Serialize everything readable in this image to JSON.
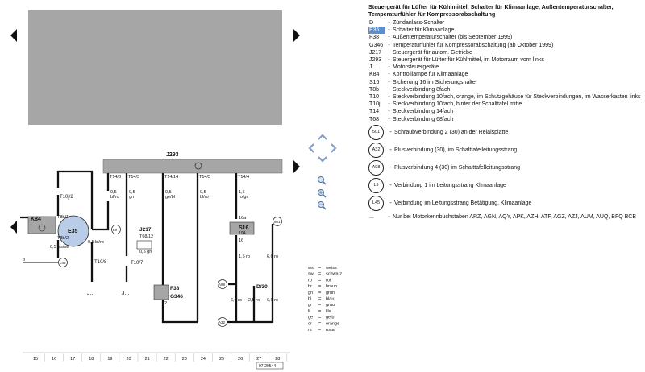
{
  "legend": {
    "title": "Steuergerät für Lüfter für Kühlmittel, Schalter für Klimaanlage, Außentemperaturschalter, Temperaturfühler für Kompressorabschaltung",
    "items": [
      {
        "code": "D",
        "text": "Zündanlass-Schalter"
      },
      {
        "code": "E35",
        "text": "Schalter für Klimaanlage",
        "selected": true
      },
      {
        "code": "F38",
        "text": "Außentemperaturschalter (bis September 1999)"
      },
      {
        "code": "G346",
        "text": "Temperaturfühler für Kompressorabschaltung (ab Oktober 1999)"
      },
      {
        "code": "J217",
        "text": "Steuergerät für autom. Getriebe"
      },
      {
        "code": "J293",
        "text": "Steuergerät für Lüfter für Kühlmittel, im Motorraum vorn links"
      },
      {
        "code": "J...",
        "text": "Motorsteuergeräte"
      },
      {
        "code": "K84",
        "text": "Kontrolllampe für Klimaanlage"
      },
      {
        "code": "S16",
        "text": "Sicherung 16 im Sicherungshalter"
      },
      {
        "code": "T8b",
        "text": "Steckverbindung 8fach"
      },
      {
        "code": "T10",
        "text": "Steckverbindung 10fach, orange, im Schutzgehäuse für Steckverbindungen, im Wasserkasten links"
      },
      {
        "code": "T10j",
        "text": "Steckverbindung 10fach, hinter der Schalttafel mitte"
      },
      {
        "code": "T14",
        "text": "Steckverbindung 14fach"
      },
      {
        "code": "T68",
        "text": "Steckverbindung 68fach"
      }
    ],
    "circle_items": [
      {
        "code": "501",
        "text": "Schraubverbindung 2 (30) an der Relaisplatte"
      },
      {
        "code": "A32",
        "text": "Plusverbindung (30), im Schalttafelleitungsstrang"
      },
      {
        "code": "A98",
        "text": "Plusverbindung 4 (30) im Schalttafelleitungsstrang"
      },
      {
        "code": "L9",
        "text": "Verbindung 1 im Leitungsstrang Klimaanlage"
      },
      {
        "code": "L45",
        "text": "Verbindung im Leitungsstrang Betätigung, Klimaanlage"
      }
    ],
    "footnote": {
      "code": "...",
      "text": "Nur bei Motorkennbuchstaben ARZ, AGN, AQY, APK, AZH, ATF, AGZ, AZJ, AUM, AUQ, BFQ BCB"
    }
  },
  "diagram": {
    "j293": {
      "label": "J293"
    },
    "pins": [
      {
        "p": "T14/8",
        "c": "0,5",
        "w": "bl/ro"
      },
      {
        "p": "T14/3",
        "c": "0,5",
        "w": "gn"
      },
      {
        "p": "T14/14",
        "c": "0,5",
        "w": "ge/bl"
      },
      {
        "p": "T14/5",
        "c": "0,5",
        "w": "bl/ro"
      },
      {
        "p": "T14/4",
        "c": "1,5",
        "w": "ro/gr"
      }
    ],
    "labels": {
      "t10j2": "T10j/2",
      "t8b1": "T8b/1",
      "t8b2": "T8b/2",
      "k84": "K84",
      "e35": "E35",
      "k84_wire": "0,5 ws/sw",
      "b": "b",
      "l45": "L45",
      "t10_8": "T10/8",
      "left_wire": "0,5 bl/ro",
      "l9": "L9",
      "j_left": "J...",
      "j217": "J217",
      "t68_12": "T68/12",
      "small_wire": "0,5 gn",
      "t10_7": "T10/7",
      "j_mid": "J...",
      "f38": "F38",
      "g346": "G346",
      "g346_pin": "2",
      "s16a": "16a",
      "s16": "S16",
      "s16amp": "10A",
      "pin16": "16",
      "s16_wire": "1,5 ro",
      "a98": "A98",
      "d30": "D/30",
      "b1": "6,0 ro",
      "b2": "2,5 ro",
      "b3": "6,0 ro",
      "c501": "501",
      "right_wire": "6,0 ro",
      "a32": "A32",
      "doc_num": "97-29544"
    },
    "color_key": [
      {
        "c": "ws",
        "n": "weiss"
      },
      {
        "c": "sw",
        "n": "schwarz"
      },
      {
        "c": "ro",
        "n": "rot"
      },
      {
        "c": "br",
        "n": "braun"
      },
      {
        "c": "gn",
        "n": "grün"
      },
      {
        "c": "bl",
        "n": "blau"
      },
      {
        "c": "gr",
        "n": "grau"
      },
      {
        "c": "li",
        "n": "lila"
      },
      {
        "c": "ge",
        "n": "gelb"
      },
      {
        "c": "or",
        "n": "orange"
      },
      {
        "c": "rs",
        "n": "rosa"
      }
    ],
    "columns": [
      "15",
      "16",
      "17",
      "18",
      "19",
      "20",
      "21",
      "22",
      "23",
      "24",
      "25",
      "26",
      "27",
      "28"
    ],
    "colors": {
      "housing": "#a6a6a6",
      "switch": "#b9cde9",
      "wire": "#111111",
      "selection": "#5b8fd3"
    }
  }
}
